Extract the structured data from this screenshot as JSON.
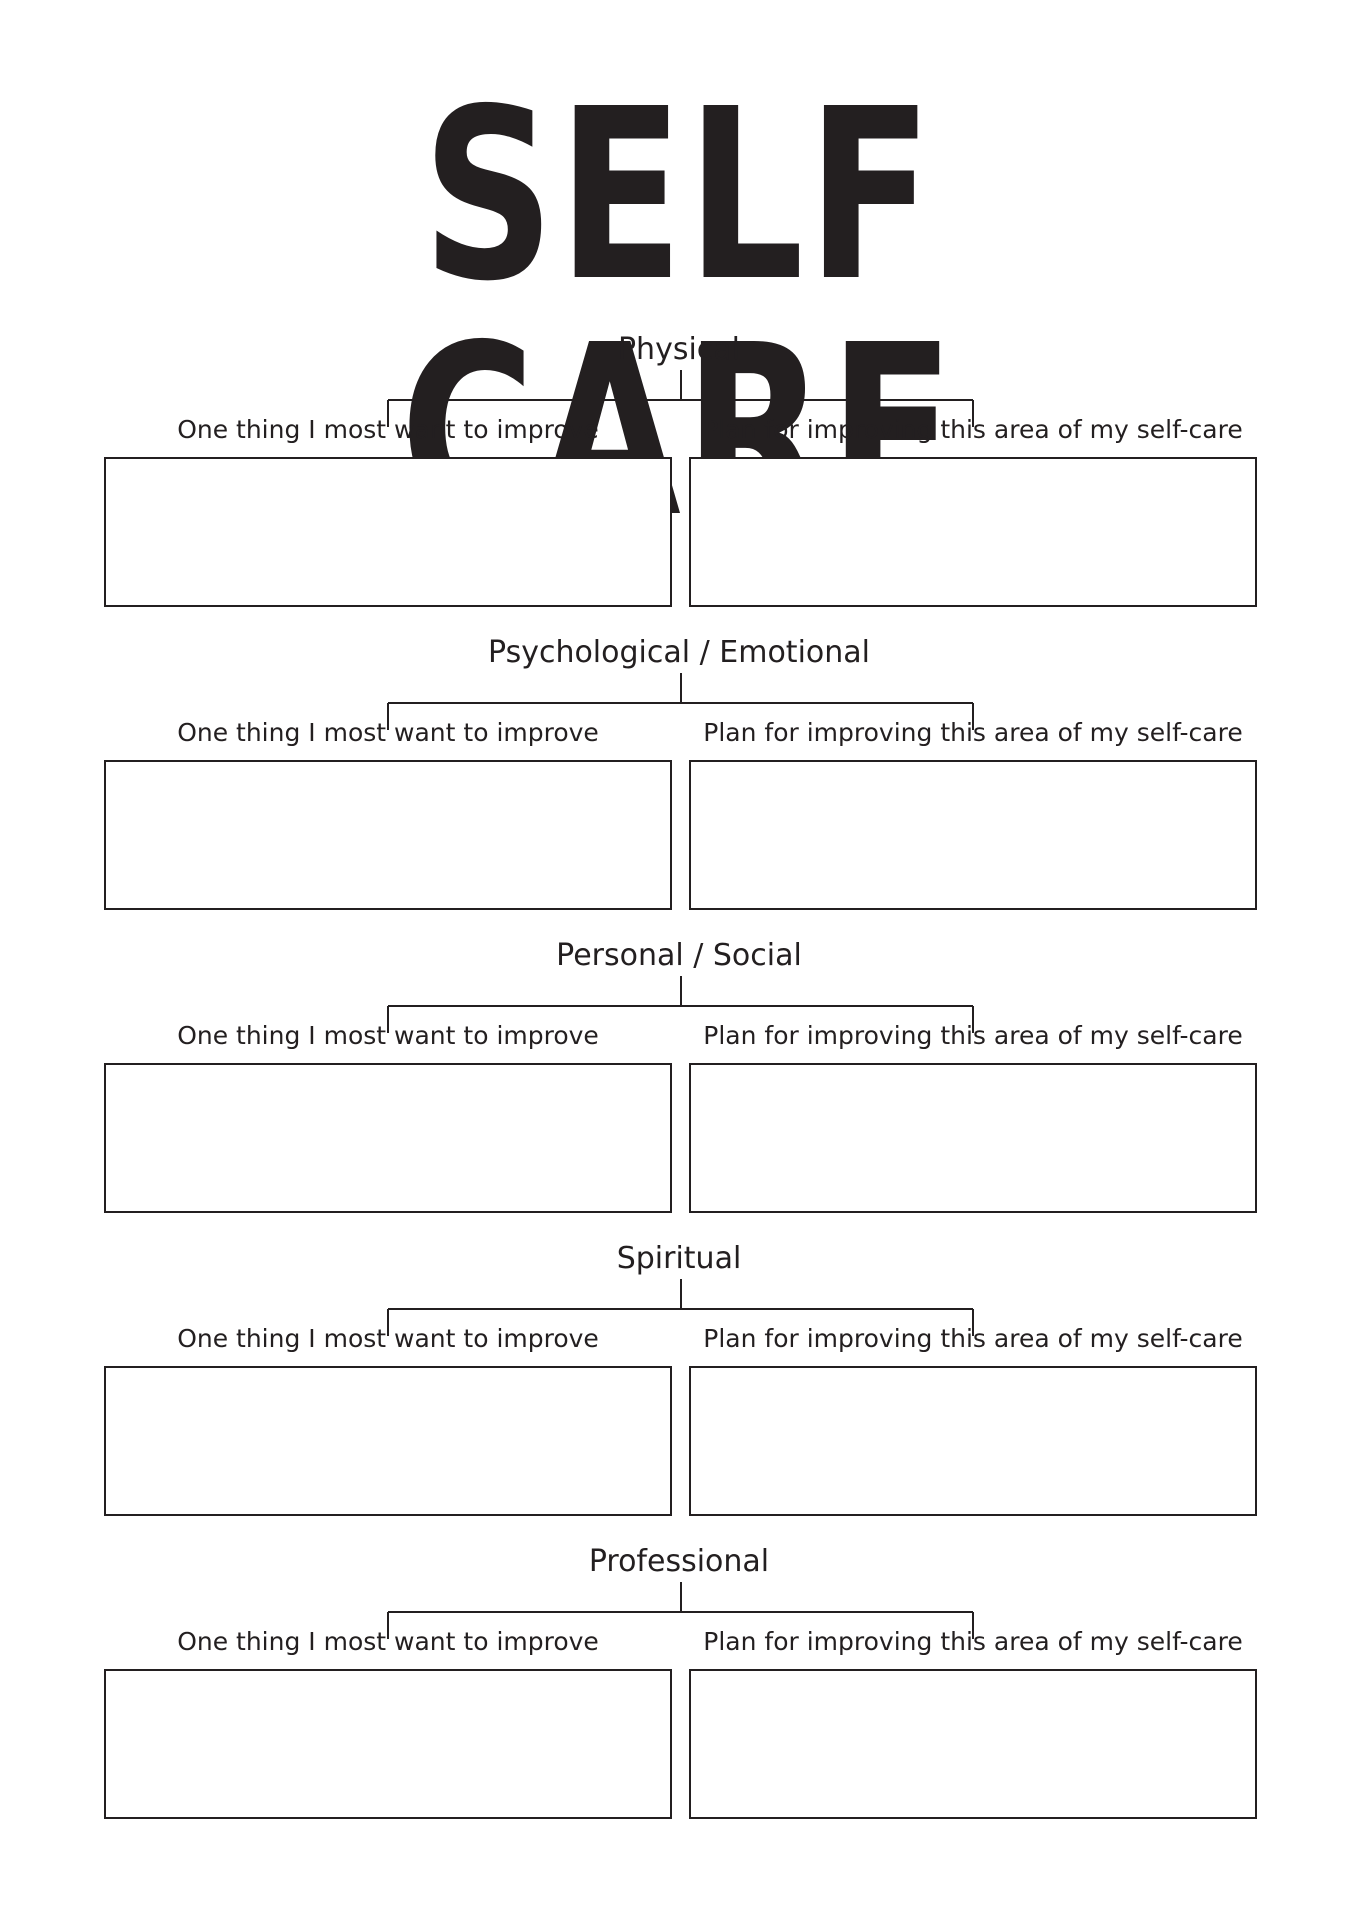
{
  "title": "SELF CARE",
  "column_labels": {
    "left": "One thing I most want to improve",
    "right": "Plan for improving this area of my self-care"
  },
  "sections": [
    {
      "title": "Physical"
    },
    {
      "title": "Psychological / Emotional"
    },
    {
      "title": "Personal / Social"
    },
    {
      "title": "Spiritual"
    },
    {
      "title": "Professional"
    }
  ]
}
